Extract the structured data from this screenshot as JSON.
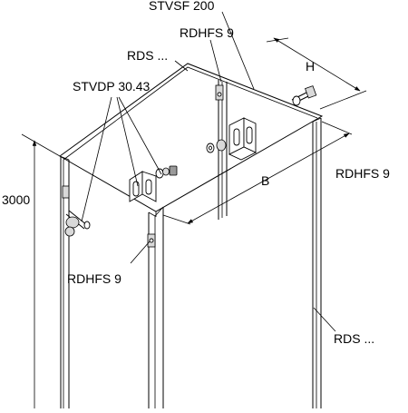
{
  "labels": {
    "top_plate": "STVSF 200",
    "screw_top": "RDHFS 9",
    "rail_top": "RDS ...",
    "bracket": "STVDP 30.43",
    "dim_h": "H",
    "dim_b": "B",
    "screw_right": "RDHFS 9",
    "dim_height": "3000",
    "screw_left": "RDHFS 9",
    "rail_bottom": "RDS ..."
  },
  "colors": {
    "line": "#000000",
    "background": "#ffffff",
    "hardware_fill": "#d9d9d9"
  }
}
